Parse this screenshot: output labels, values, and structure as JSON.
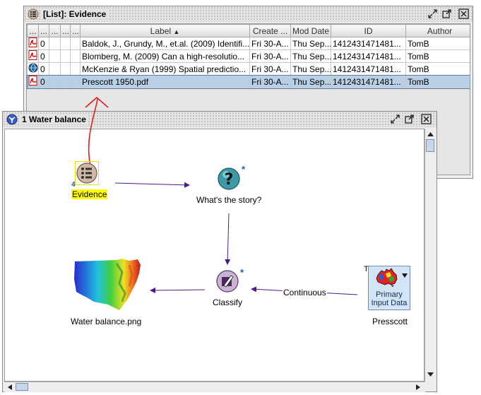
{
  "list_window": {
    "title": "[List]: Evidence",
    "columns": [
      "...",
      "...",
      "...",
      "...",
      "...",
      "Label",
      "Create ...",
      "Mod Date",
      "ID",
      "Author"
    ],
    "sort_indicator": "▲",
    "rows": [
      {
        "icon": "pdf-icon",
        "count": "0",
        "label": "Baldok, J., Grundy, M., et.al. (2009) Identifi...",
        "create": "Fri 30-A...",
        "mod": "Thu Sep...",
        "id": "1412431471481...",
        "author": "TomB"
      },
      {
        "icon": "pdf-icon",
        "count": "0",
        "label": "Blomberg, M. (2009) Can a high-resolutio...",
        "create": "Fri 30-A...",
        "mod": "Thu Sep...",
        "id": "1412431471481...",
        "author": "TomB"
      },
      {
        "icon": "web-icon",
        "count": "0",
        "label": "McKenzie & Ryan (1999) Spatial predictio...",
        "create": "Fri 30-A...",
        "mod": "Thu Sep...",
        "id": "1412431471481...",
        "author": "TomB"
      },
      {
        "icon": "pdf-icon",
        "count": "0",
        "label": "Prescott 1950.pdf",
        "create": "Fri 30-A...",
        "mod": "Thu Sep...",
        "id": "1412431471481...",
        "author": "TomB"
      }
    ]
  },
  "map_window": {
    "title": "1 Water balance",
    "nodes": {
      "evidence": {
        "label": "Evidence",
        "badge": "4"
      },
      "story": {
        "label": "What's the story?",
        "mark": "*"
      },
      "classify": {
        "label": "Classify",
        "mark": "*"
      },
      "water_balance": {
        "label": "Water balance.png"
      },
      "presscott": {
        "label": "Presscott",
        "box_line1": "Primary",
        "box_line2": "Input Data",
        "corner": "T"
      }
    },
    "link_label": "Continuous"
  },
  "colors": {
    "selection": "#b8cfe5",
    "label_header": "#14a014",
    "arrow": "#4a1a8a",
    "annotation": "#e02020",
    "highlight": "#ffff00"
  }
}
